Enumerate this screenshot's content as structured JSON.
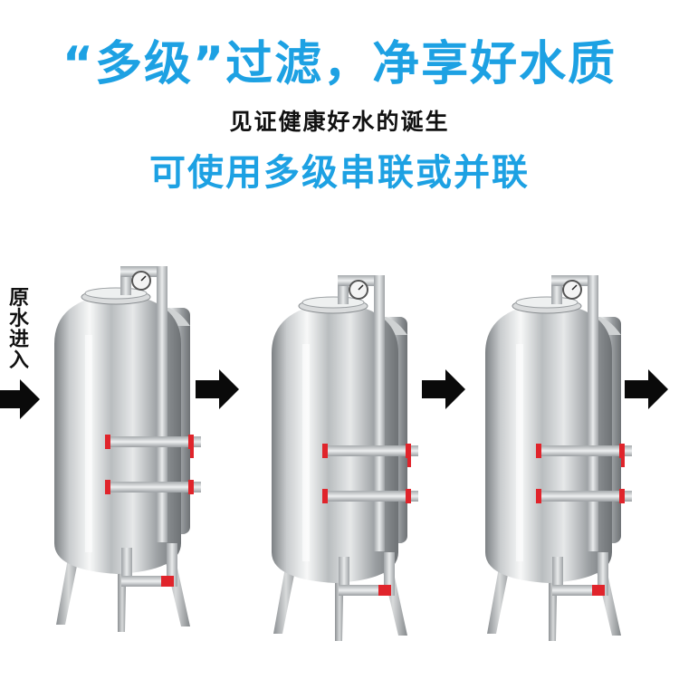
{
  "headline": {
    "title": "“多级”过滤，净享好水质",
    "subtitle": "见证健康好水的诞生",
    "tagline": "可使用多级串联或并联"
  },
  "inlet_label": "原水进入",
  "colors": {
    "accent_blue": "#1da1e3",
    "arrow": "#0a0a0a",
    "valve_red": "#e0242b",
    "steel": "#c9ccce"
  },
  "icons": [
    "flow-arrow-icon",
    "pressure-gauge-icon",
    "valve-icon"
  ],
  "tanks": [
    {
      "name": "filter-tank-1"
    },
    {
      "name": "filter-tank-2"
    },
    {
      "name": "filter-tank-3"
    }
  ]
}
